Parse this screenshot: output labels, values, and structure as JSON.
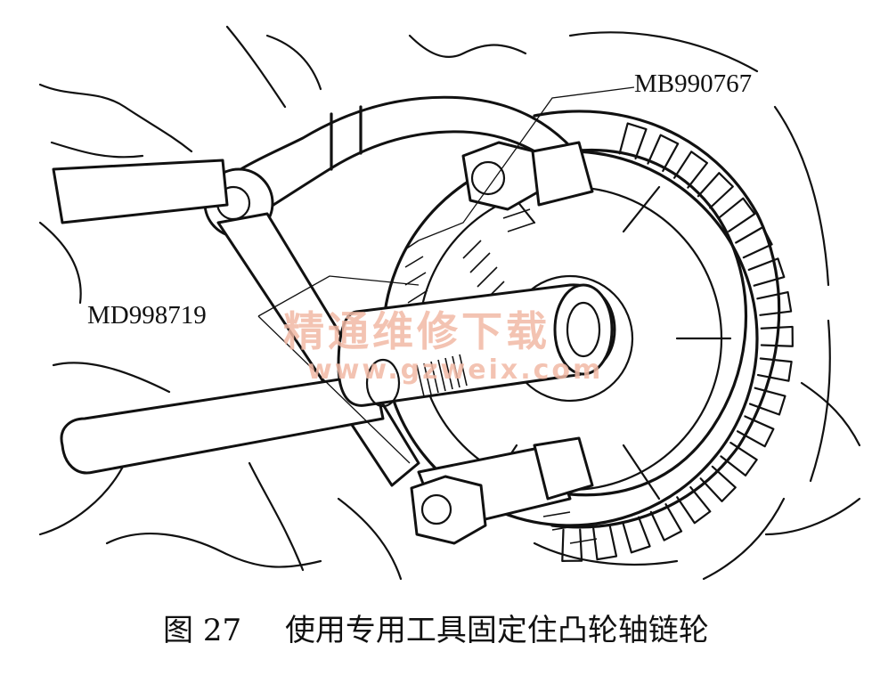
{
  "labels": {
    "tool_upper": "MB990767",
    "tool_lower": "MD998719"
  },
  "watermark": {
    "text_cn": "精通维修下载",
    "url": "www.gzweix.com",
    "color": "#f2b9a5"
  },
  "caption": {
    "figure_number": "图 27",
    "text": "使用专用工具固定住凸轮轴链轮"
  }
}
